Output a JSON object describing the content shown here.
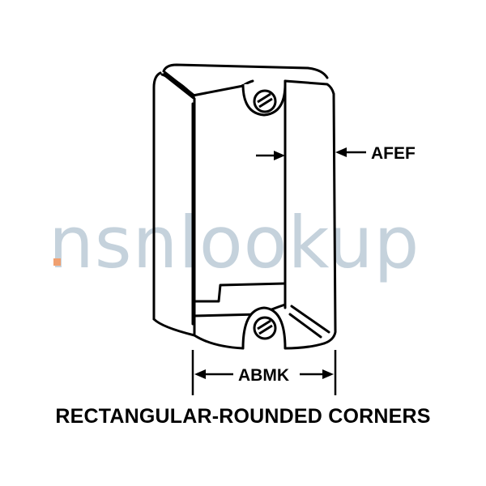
{
  "watermark": {
    "text": "nsnlookup",
    "color": "#c5d2dc",
    "dot_color": "#f0a070"
  },
  "dimensions": {
    "afef": "AFEF",
    "abmk": "ABMK"
  },
  "caption": "RECTANGULAR-ROUNDED CORNERS"
}
